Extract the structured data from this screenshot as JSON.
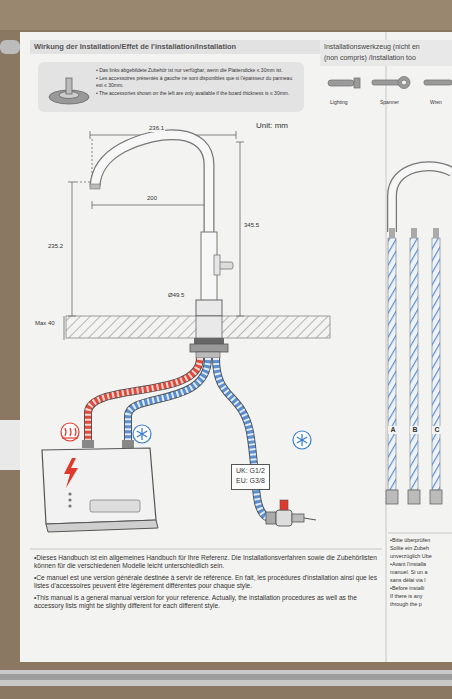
{
  "diagram": {
    "title": "Wirkung der Installation/Effet de l'installation/Installation",
    "nodes": [
      {
        "text": [
          "• Das links abgebildete Zubehör ist nur verfügbar, wenn die Plattendicke ≤ 30mm ist.",
          "• Les accessoires présentés à gauche ne sont disponibles que si l'épaisseur du panneau est ≤ 30mm.",
          "• The accessories shown on the left are only available if the board thickness is ≤ 30mm."
        ]
      },
      {
        "text": [
          "UK: G1/2",
          "EU: G3/8"
        ]
      }
    ],
    "labels": [
      "Installationswerkzeug (nicht en",
      "(non compris) /Installation too",
      "Lighting",
      "Spanner",
      "Wren",
      "Unit: mm",
      "236.1",
      "200",
      "345.5",
      "235.2",
      "Ø49.5",
      "Max 40",
      "A",
      "B",
      "C",
      "•Dieses Handbuch ist ein allgemeines Handbuch für Ihre Referenz. Die Installationsverfahren sowie die Zubehörlisten können für die verschiedenen Modelle leicht unterschiedlich sein.",
      "•Ce manuel est une version générale destinée à servir de référence. En fait, les procédures d'installation ainsi que les listes d'accessoires peuvent être légèrement différentes pour chaque style.",
      "•This manual is a general manual version for your reference. Actually, the installation procedures as well as the accessory lists might be slightly different for each different style.",
      "•Bitte überprüfen",
      "Sollte ein Zubeh",
      "unverzüglich Ube",
      "•Avant l'installa",
      "manuel. Si un a",
      "sans délai via l",
      "•Before installi",
      "If there is any",
      "through the p"
    ]
  }
}
